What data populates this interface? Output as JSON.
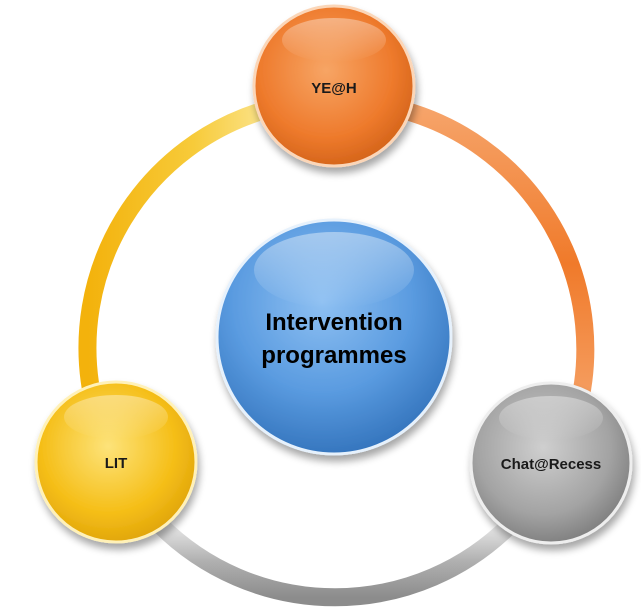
{
  "center": {
    "line1": "Intervention",
    "line2": "programmes",
    "color": "#4a8fd6"
  },
  "nodes": [
    {
      "label": "YE@H",
      "color": "#f07a2a"
    },
    {
      "label": "Chat@Recess",
      "color": "#9a9a9a"
    },
    {
      "label": "LIT",
      "color": "#f2b90f"
    }
  ],
  "arcs": {
    "orange": "#f08a3c",
    "gray": "#a6a6a6",
    "yellow": "#f5c21a"
  }
}
